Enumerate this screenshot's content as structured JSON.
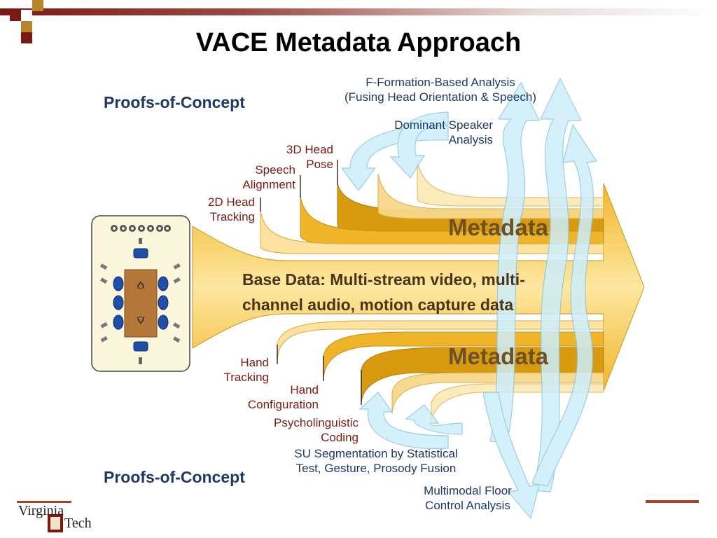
{
  "title": "VACE Metadata Approach",
  "proofs_top": "Proofs-of-Concept",
  "proofs_bottom": "Proofs-of-Concept",
  "base_data": {
    "line1": "Base Data: Multi-stream video, multi-",
    "line2": "channel audio, motion capture data"
  },
  "metadata_top": "Metadata",
  "metadata_bottom": "Metadata",
  "top_streams": [
    {
      "l1": "2D Head",
      "l2": "Tracking"
    },
    {
      "l1": "Speech",
      "l2": "Alignment"
    },
    {
      "l1": "3D Head",
      "l2": "Pose"
    }
  ],
  "bottom_streams": [
    {
      "l1": "Hand",
      "l2": "Tracking"
    },
    {
      "l1": "Hand",
      "l2": "Configuration"
    },
    {
      "l1": "Psycholinguistic",
      "l2": "Coding"
    }
  ],
  "analyses": {
    "fformation": {
      "l1": "F-Formation-Based Analysis",
      "l2": "(Fusing Head Orientation & Speech)"
    },
    "dominant": {
      "l1": "Dominant Speaker",
      "l2": "Analysis"
    },
    "su": {
      "l1": "SU Segmentation by Statistical",
      "l2": "Test, Gesture, Prosody Fusion"
    },
    "floor": {
      "l1": "Multimodal Floor",
      "l2": "Control Analysis"
    }
  },
  "logo": {
    "text1": "Virginia",
    "text2": "Tech"
  },
  "colors": {
    "maroon": "#7a1a12",
    "navy": "#1f3864",
    "gold": "#f0b429",
    "light_gold": "#fbe6a8",
    "arrow_blue": "#c8ecf8"
  }
}
